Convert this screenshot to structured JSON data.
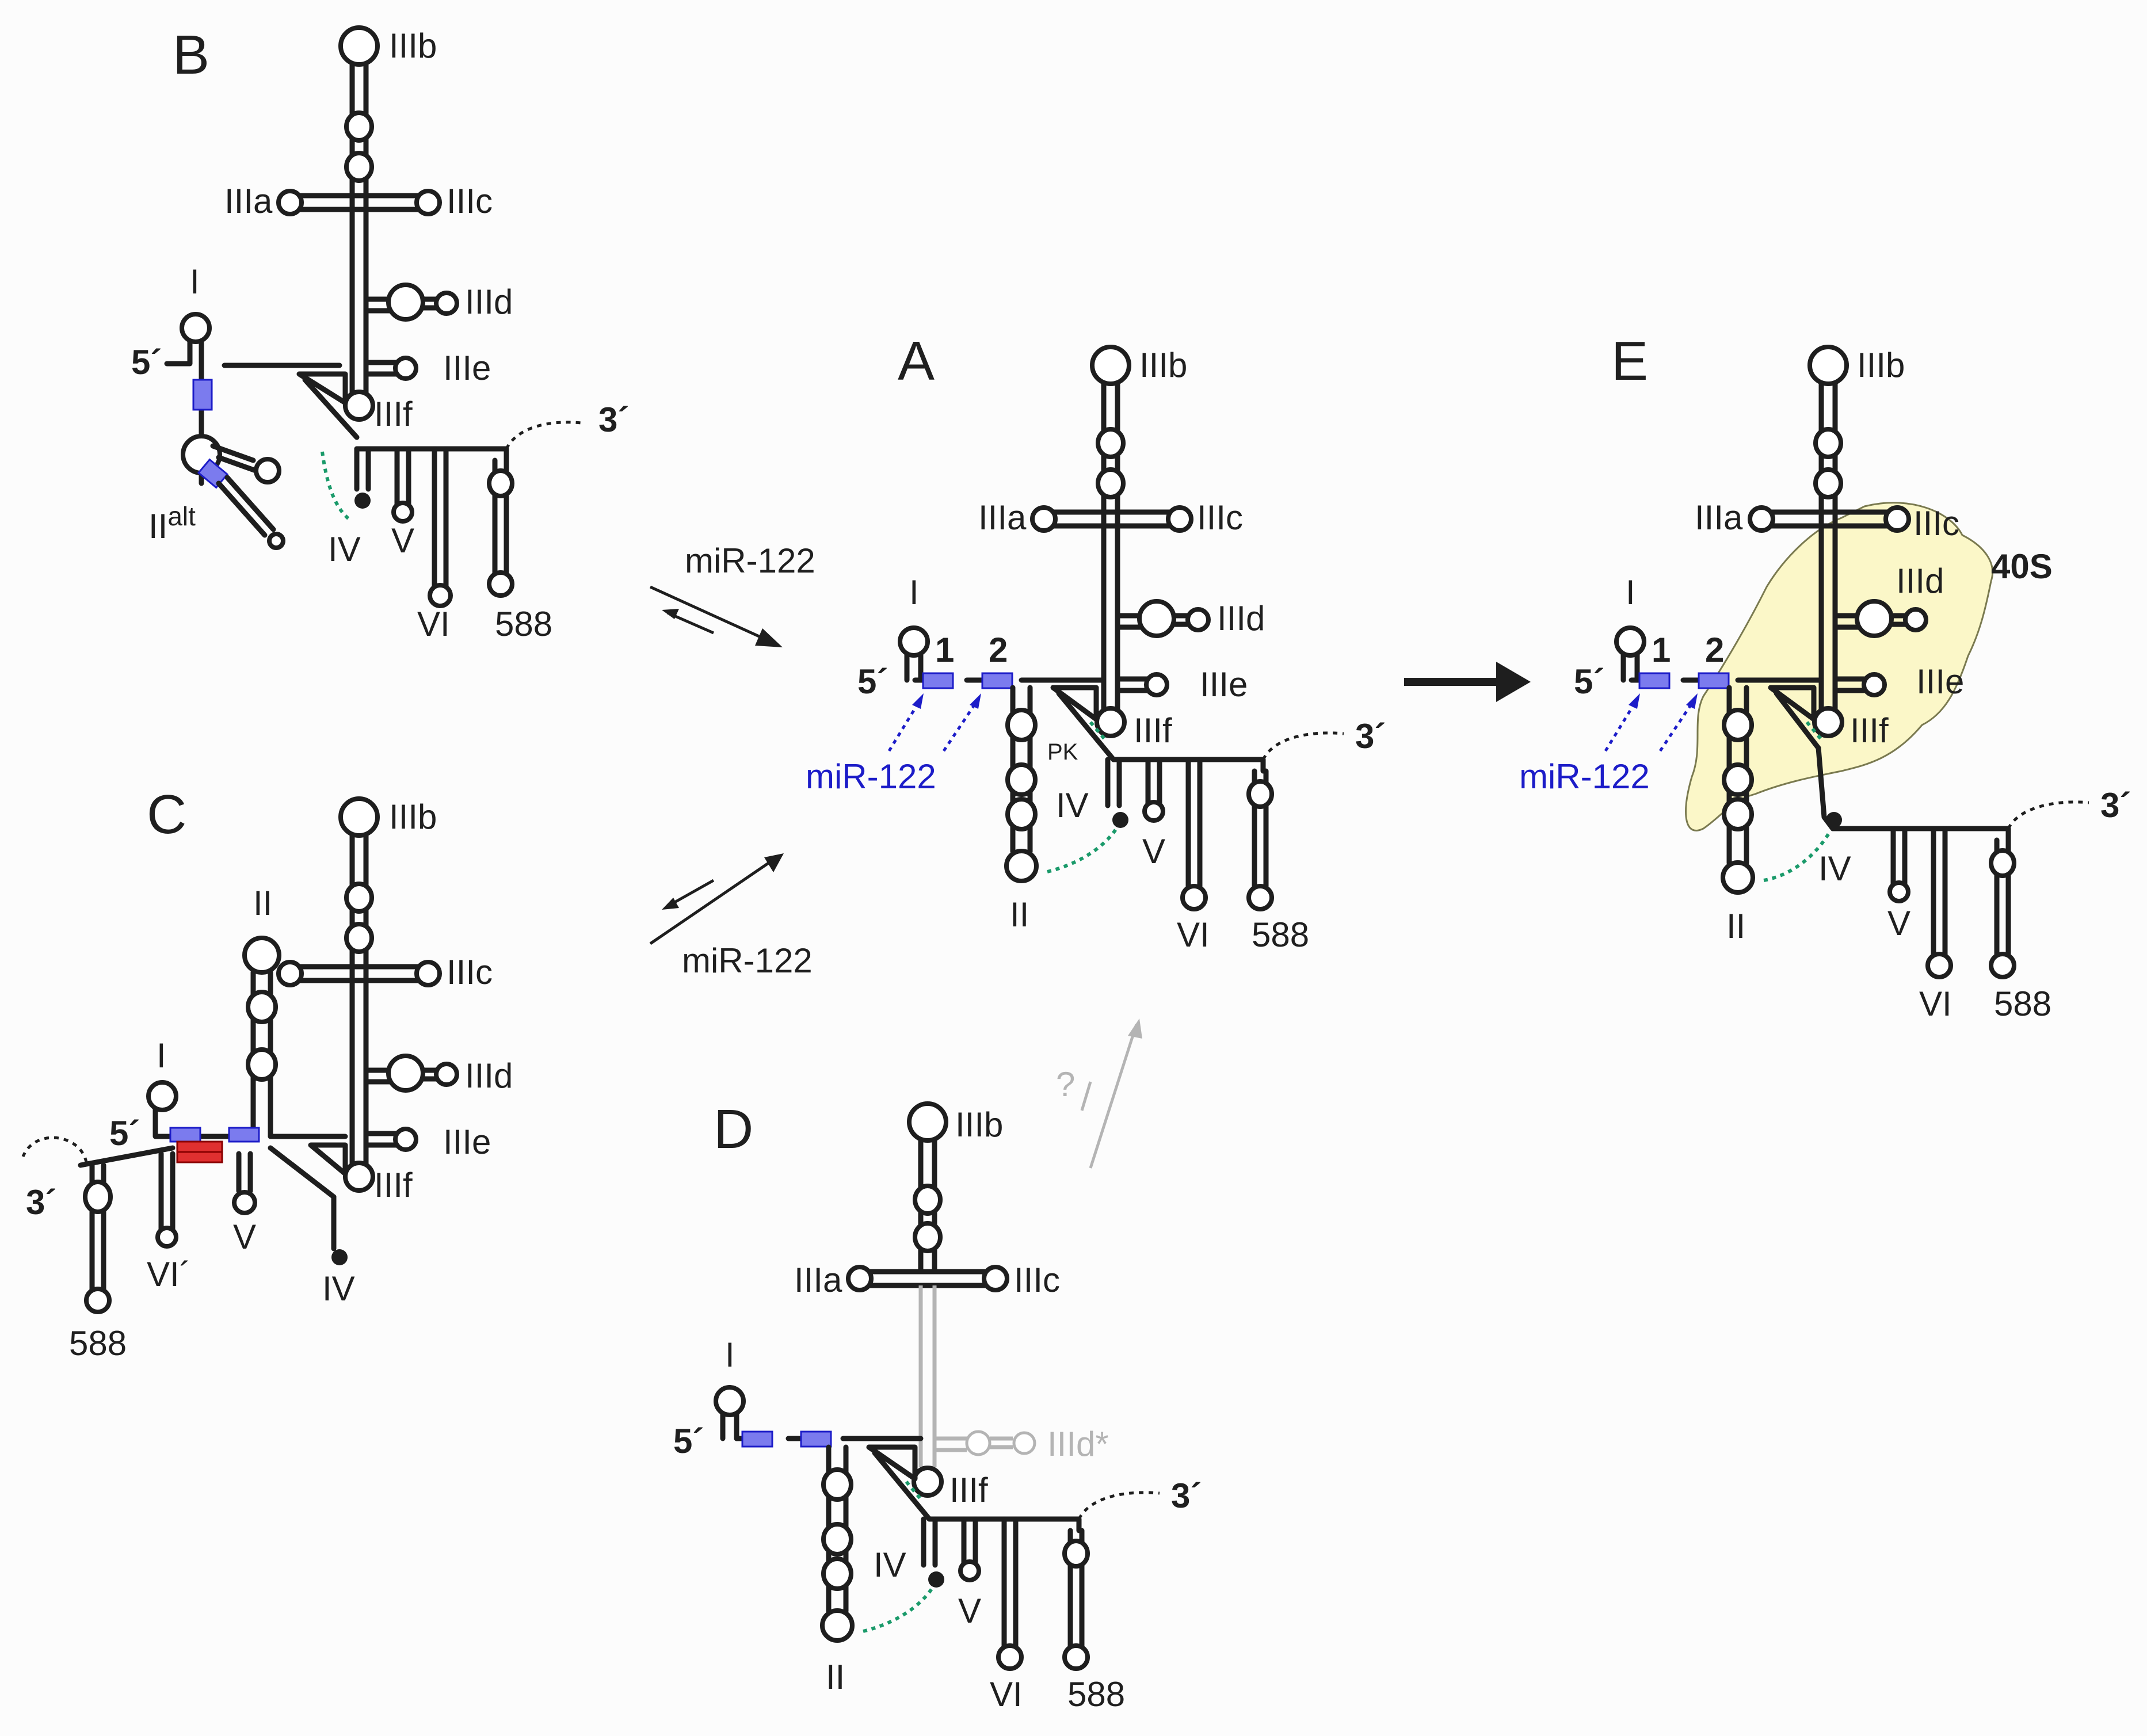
{
  "panels": {
    "A": {
      "letter": "A",
      "five_prime": "5´",
      "three_prime": "3´",
      "site1": "1",
      "site2": "2",
      "mirna": "miR-122",
      "stems": [
        "I",
        "II",
        "IIIa",
        "IIIb",
        "IIIc",
        "IIId",
        "IIIe",
        "IIIf",
        "IV",
        "V",
        "VI",
        "588"
      ],
      "pk": "PK"
    },
    "B": {
      "letter": "B",
      "five_prime": "5´",
      "three_prime": "3´",
      "stems": [
        "I",
        "IIIa",
        "IIIb",
        "IIIc",
        "IIId",
        "IIIe",
        "IIIf",
        "IV",
        "V",
        "VI",
        "588"
      ],
      "ii_alt": "II",
      "ii_alt_sup": "alt"
    },
    "C": {
      "letter": "C",
      "five_prime": "5´",
      "three_prime": "3´",
      "stems": [
        "I",
        "II",
        "IIIb",
        "IIIc",
        "IIId",
        "IIIe",
        "IIIf",
        "IV",
        "V",
        "VI´",
        "588"
      ]
    },
    "D": {
      "letter": "D",
      "five_prime": "5´",
      "three_prime": "3´",
      "stems": [
        "I",
        "II",
        "IIIa",
        "IIIb",
        "IIIc",
        "IIId*",
        "IIIf",
        "IV",
        "V",
        "VI",
        "588"
      ]
    },
    "E": {
      "letter": "E",
      "five_prime": "5´",
      "three_prime": "3´",
      "site1": "1",
      "site2": "2",
      "mirna": "miR-122",
      "ribosome": "40S",
      "stems": [
        "I",
        "II",
        "IIIa",
        "IIIb",
        "IIIc",
        "IIId",
        "IIIe",
        "IIIf",
        "IV",
        "V",
        "VI",
        "588"
      ]
    }
  },
  "arrows": {
    "b_to_a": "miR-122",
    "c_to_a": "miR-122",
    "d_to_a": "?"
  },
  "colors": {
    "mirna_site": "#7b7bee",
    "mirna_text": "#1c1cc8",
    "red_site": "#e03030",
    "pseudoknot": "#1a9a6a",
    "ribosome_40s": "#fbf7c8",
    "faded": "#b4b4b4"
  }
}
